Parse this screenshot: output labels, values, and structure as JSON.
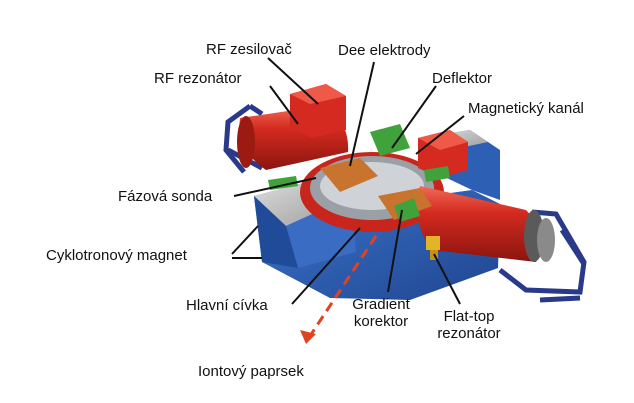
{
  "labels": {
    "rf_amplifier": "RF zesilovač",
    "dee_electrodes": "Dee elektrody",
    "rf_resonator": "RF rezonátor",
    "deflector": "Deflektor",
    "magnetic_channel": "Magnetický kanál",
    "phase_probe": "Fázová sonda",
    "cyclotron_magnet": "Cyklotronový magnet",
    "main_coil": "Hlavní cívka",
    "gradient_corrector_1": "Gradient",
    "gradient_corrector_2": "korektor",
    "flattop_resonator_1": "Flat-top",
    "flattop_resonator_2": "rezonátor",
    "ion_beam": "Iontový paprsek"
  },
  "colors": {
    "resonator_red": "#d42a1f",
    "magnet_blue": "#2c5fb8",
    "frame_navy": "#2a3a8a",
    "dee_orange": "#c8742f",
    "deflector_green": "#3fa23a",
    "beam_arrow": "#e0431f",
    "plate_gray": "#b8b8b8"
  }
}
